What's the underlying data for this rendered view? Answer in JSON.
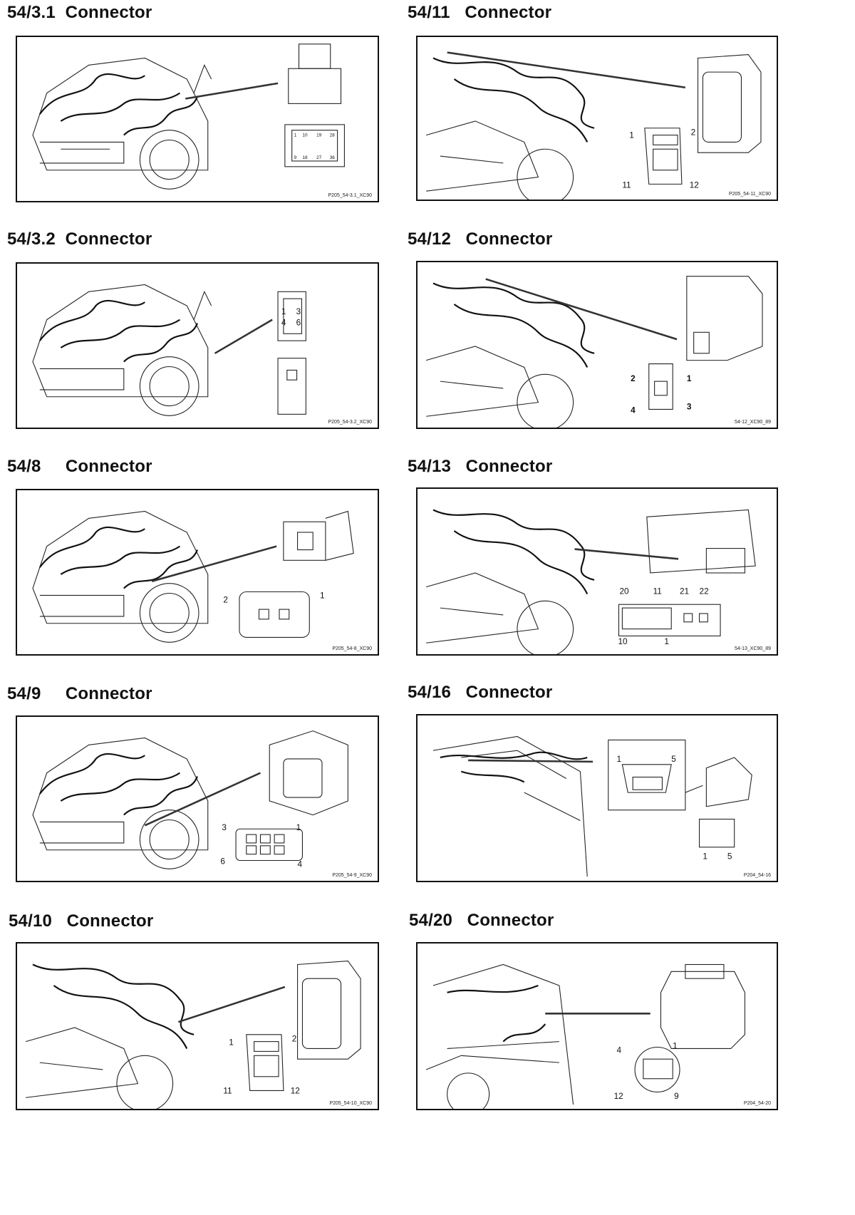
{
  "panels": [
    {
      "id": "p1",
      "title": "54/3.1  Connector",
      "ref": "P205_54-3.1_XC90",
      "pins": [
        "1",
        "10",
        "19",
        "28",
        "9",
        "18",
        "27",
        "36"
      ]
    },
    {
      "id": "p2",
      "title": "54/11   Connector",
      "ref": "P205_54-11_XC90",
      "pins": [
        "1",
        "2",
        "11",
        "12"
      ]
    },
    {
      "id": "p3",
      "title": "54/3.2  Connector",
      "ref": "P205_54-3.2_XC90",
      "pins": [
        "1",
        "3",
        "4",
        "6"
      ]
    },
    {
      "id": "p4",
      "title": "54/12   Connector",
      "ref": "54-12_XC90_89",
      "pins": [
        "2",
        "1",
        "4",
        "3"
      ]
    },
    {
      "id": "p5",
      "title": "54/8     Connector",
      "ref": "P205_54-8_XC90",
      "pins": [
        "2",
        "1"
      ]
    },
    {
      "id": "p6",
      "title": "54/13   Connector",
      "ref": "54-13_XC90_89",
      "pins": [
        "20",
        "11",
        "21",
        "22",
        "10",
        "1"
      ]
    },
    {
      "id": "p7",
      "title": "54/9     Connector",
      "ref": "P205_54-9_XC90",
      "pins": [
        "3",
        "1",
        "6",
        "4"
      ]
    },
    {
      "id": "p8",
      "title": "54/16   Connector",
      "ref": "P204_54-16",
      "pins": [
        "1",
        "5",
        "1",
        "5"
      ]
    },
    {
      "id": "p9",
      "title": "54/10   Connector",
      "ref": "P205_54-10_XC90",
      "pins": [
        "1",
        "2",
        "11",
        "12"
      ]
    },
    {
      "id": "p10",
      "title": "54/20   Connector",
      "ref": "P204_54-20",
      "pins": [
        "4",
        "1",
        "12",
        "9"
      ]
    }
  ]
}
